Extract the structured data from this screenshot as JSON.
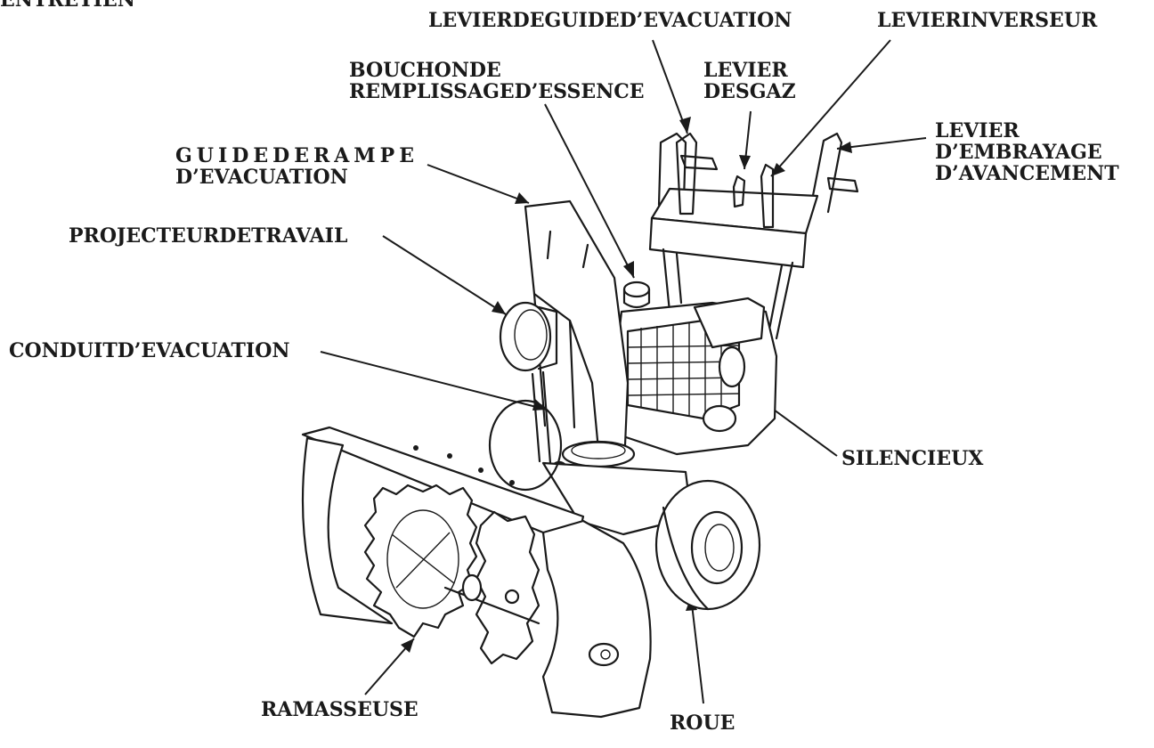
{
  "header_cut": "ENTRETIEN",
  "labels": {
    "levier_guide": "LEVIERDEGUIDED’EVACUATION",
    "levier_inverseur": "LEVIERINVERSEUR",
    "bouchon_line1": "BOUCHONDE",
    "bouchon_line2": "REMPLISSAGED’ESSENCE",
    "levier_gaz_line1": "LEVIER",
    "levier_gaz_line2": "DESGAZ",
    "embrayage_line1": "LEVIER",
    "embrayage_line2": "D’EMBRAYAGE",
    "embrayage_line3": "D’AVANCEMENT",
    "guide_rampe_line1": "GUIDEDERAMPE",
    "guide_rampe_line2": "D’EVACUATION",
    "projecteur": "PROJECTEURDETRAVAIL",
    "conduit": "CONDUITD’EVACUATION",
    "silencieux": "SILENCIEUX",
    "ramasseuse": "RAMASSEUSE",
    "roue": "ROUE"
  }
}
